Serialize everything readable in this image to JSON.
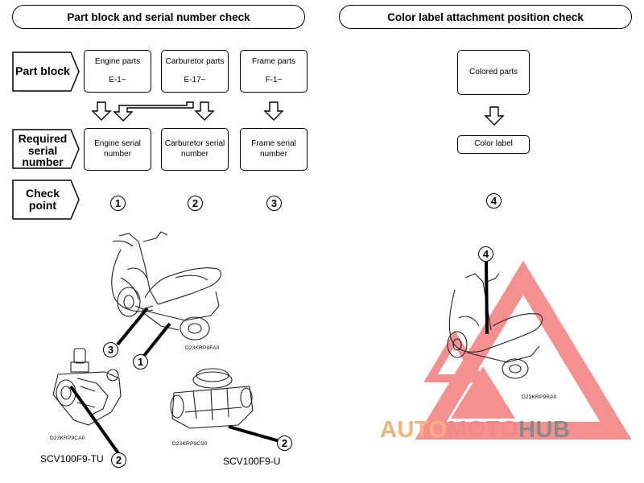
{
  "headers": {
    "left": "Part block and serial number check",
    "right": "Color label attachment position check"
  },
  "row_labels": {
    "part_block": "Part block",
    "required": [
      "Required",
      "serial",
      "number"
    ],
    "check": [
      "Check",
      "point"
    ]
  },
  "part_blocks": [
    {
      "name": "Engine parts",
      "code": "E-1~"
    },
    {
      "name": "Carburetor parts",
      "code": "E-17~"
    },
    {
      "name": "Frame parts",
      "code": "F-1~"
    }
  ],
  "serials": [
    [
      "Engine serial",
      "number"
    ],
    [
      "Carburetor serial",
      "number"
    ],
    [
      "Frame serial",
      "number"
    ]
  ],
  "check_points": [
    "1",
    "2",
    "3",
    "4"
  ],
  "color": {
    "colored_parts": "Colored parts",
    "color_label": "Color label"
  },
  "figure_codes": {
    "scooter_left": "D23KRP9FA0",
    "carb_left": "D23KRP9CA0",
    "carb_right": "D23KRP9CS0",
    "scooter_right": "D23KRP9RA0"
  },
  "models": {
    "left": "SCV100F9-TU",
    "right": "SCV100F9-U"
  },
  "callouts": {
    "scooter_a": "3",
    "scooter_b": "1",
    "carb_left": "2",
    "carb_right": "2",
    "scooter_right": "4"
  },
  "watermark": {
    "part1": "AUTO",
    "part2": "MOTO",
    "part3": "HUB",
    "colors": {
      "auto": "#f4b27a",
      "moto": "#f08a8a",
      "hub": "#8a8a8a",
      "triangle": "#f26b6b"
    }
  }
}
